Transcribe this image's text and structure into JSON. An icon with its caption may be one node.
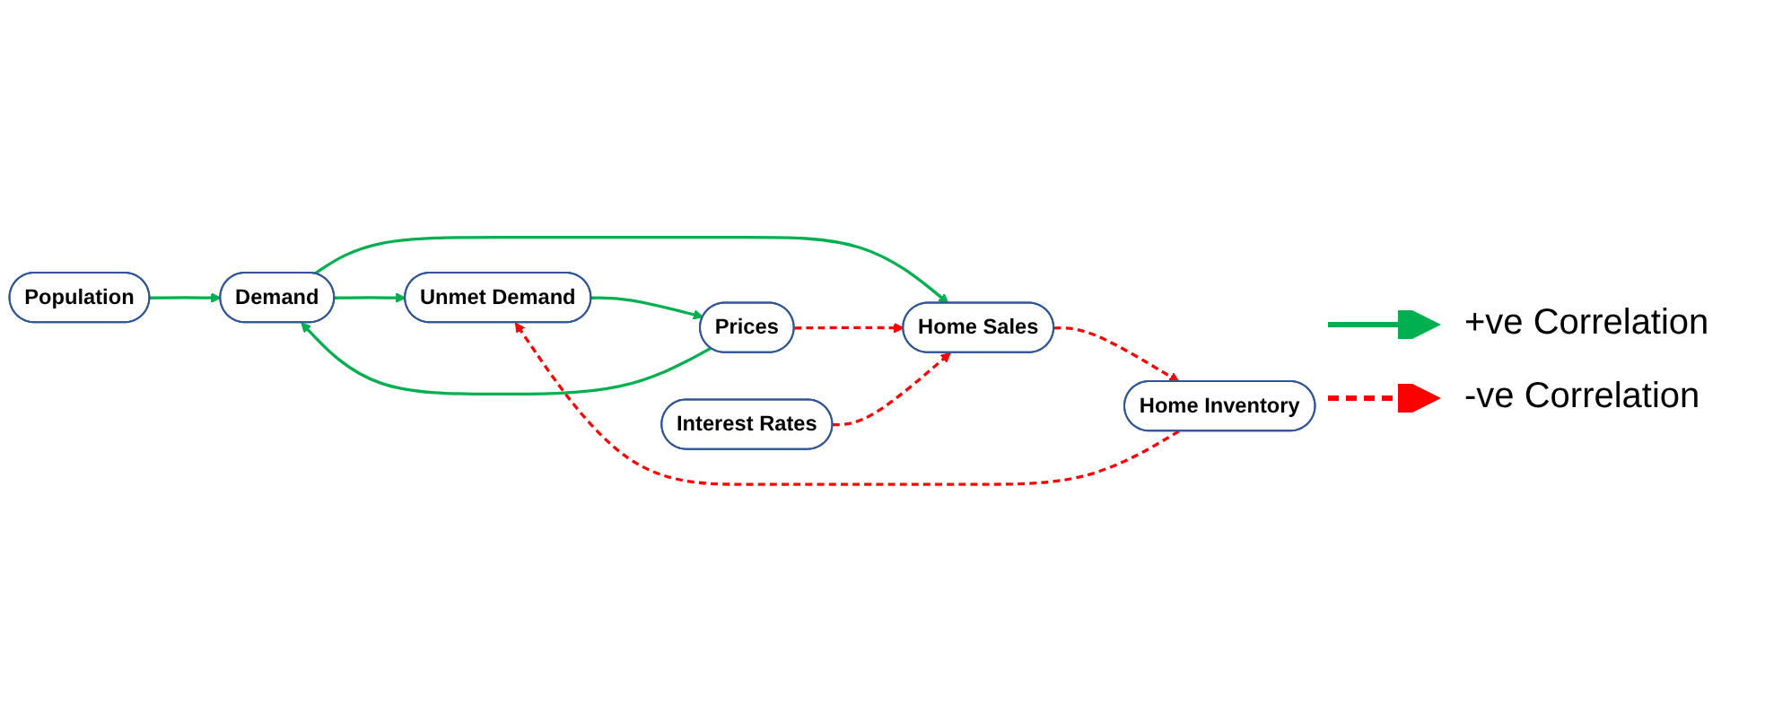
{
  "diagram": {
    "nodes": [
      {
        "text": [
          "Population"
        ]
      },
      {
        "text": [
          "Demand"
        ]
      },
      {
        "text": [
          "Unmet Demand"
        ]
      },
      {
        "text": [
          "Home Sales"
        ]
      },
      {
        "text": [
          "Prices"
        ]
      },
      {
        "text": [
          "Interest Rates"
        ]
      },
      {
        "text": [
          "Home Inventory"
        ]
      }
    ],
    "edges": [
      {
        "from": 0,
        "to": 1,
        "arrow": "to"
      },
      {
        "from": 1,
        "to": 2,
        "arrow": "to"
      },
      {
        "from": 1,
        "to": 3,
        "arrow": "to"
      },
      {
        "from": 4,
        "to": 1,
        "arrow": "to"
      },
      {
        "from": 2,
        "to": 4,
        "arrow": "to"
      },
      {
        "from": 4,
        "to": 3,
        "arrow": "to",
        "style": "dashed",
        "color": "#ff0000"
      },
      {
        "from": 5,
        "to": 3,
        "arrow": "to",
        "style": "dashed",
        "color": "#ff0000"
      },
      {
        "from": 3,
        "to": 6,
        "arrow": "to",
        "style": "dashed",
        "color": "#ff0000"
      },
      {
        "from": 6,
        "to": 2,
        "arrow": "to",
        "style": "dashed",
        "color": "#ff0000"
      }
    ],
    "legend": [
      {
        "text": "+ve Correlation"
      },
      {
        "text": "-ve Correlation"
      }
    ]
  }
}
